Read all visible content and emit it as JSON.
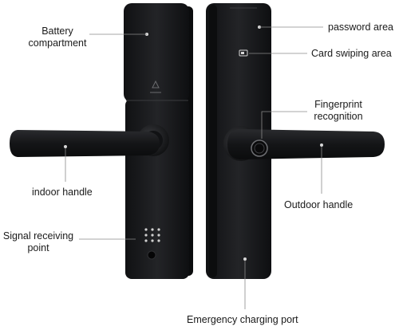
{
  "labels": {
    "battery": {
      "line1": "Battery",
      "line2": "compartment"
    },
    "indoor_handle": "indoor handle",
    "signal": {
      "line1": "Signal receiving",
      "line2": "point"
    },
    "password_area": "password area",
    "card_area": "Card swiping area",
    "fingerprint": {
      "line1": "Fingerprint",
      "line2": "recognition"
    },
    "outdoor_handle": "Outdoor handle",
    "charging_port": "Emergency charging port"
  },
  "colors": {
    "lock_body": "#1b1c1e",
    "lock_edge": "#2c2d30",
    "handle": "#141517",
    "leader_line": "#8a8a8a",
    "dot": "#d8d8d8"
  }
}
